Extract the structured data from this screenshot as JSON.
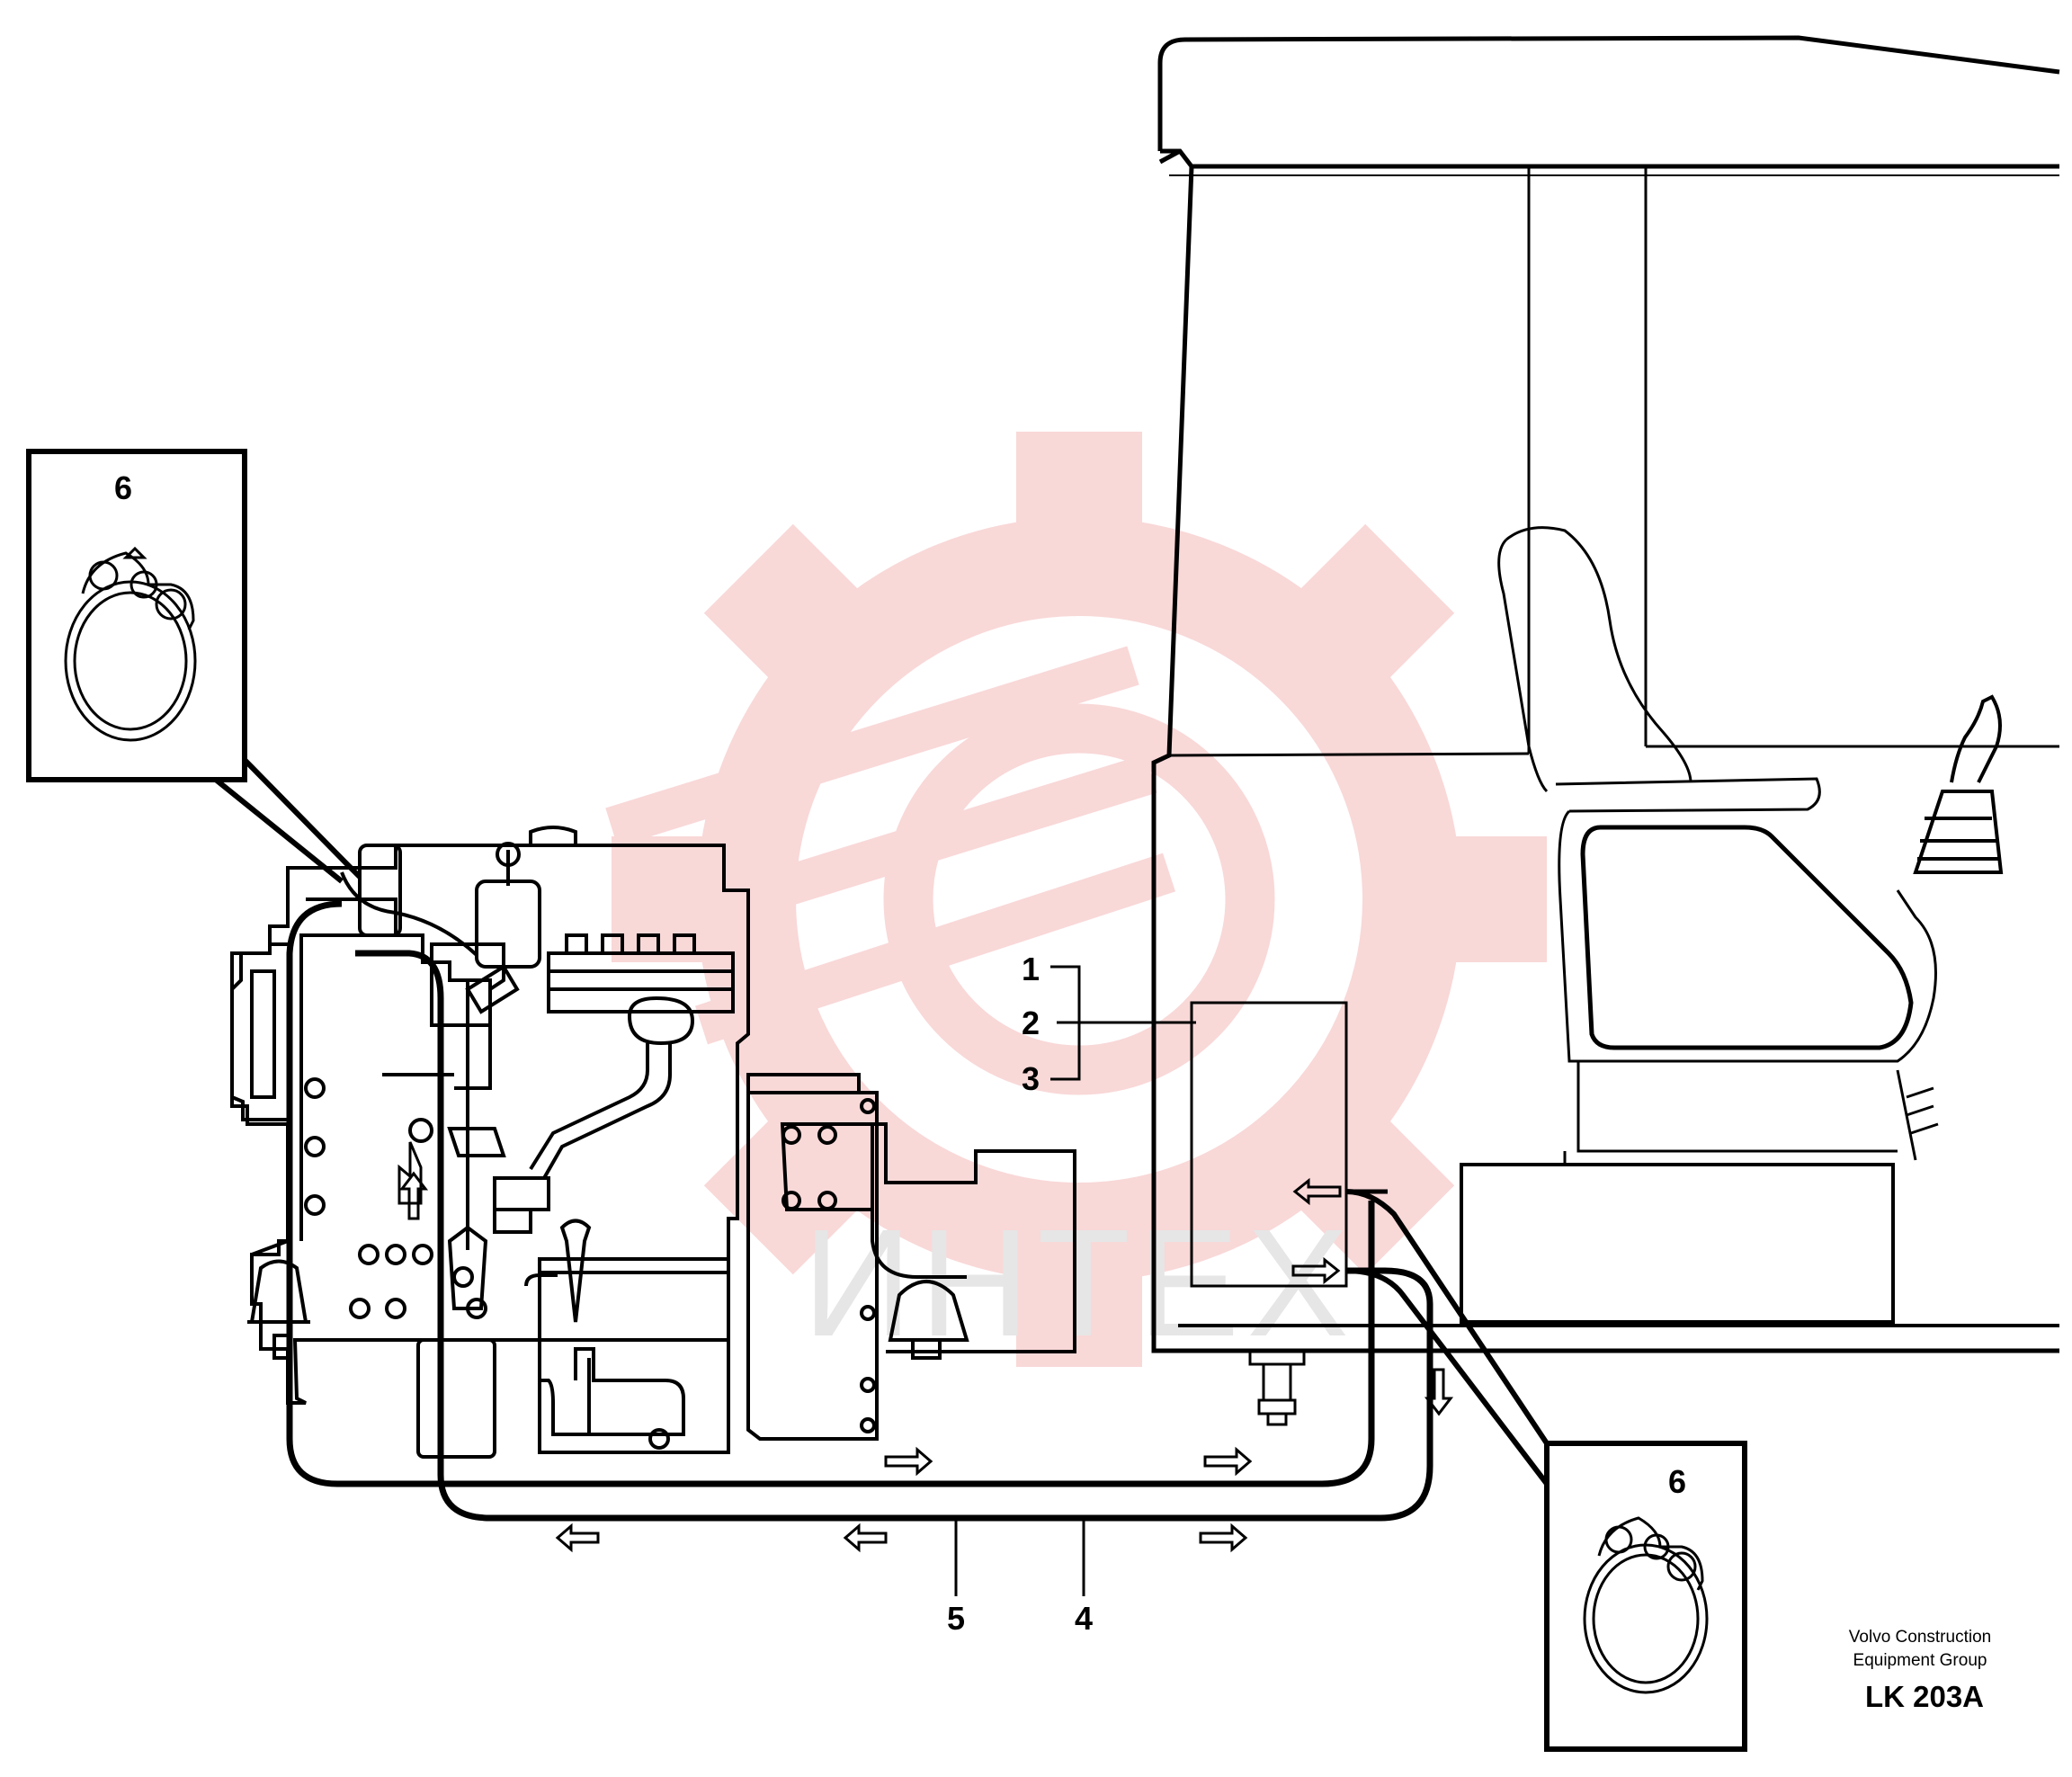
{
  "callouts": {
    "c1": "1",
    "c2": "2",
    "c3": "3",
    "c4": "4",
    "c5": "5",
    "c6_left": "6",
    "c6_right": "6"
  },
  "credit": {
    "line1": "Volvo Construction",
    "line2": "Equipment Group",
    "code": "LK 203A"
  },
  "watermark": {
    "text": "ИНТЕХ",
    "color": "#f4c6c6"
  },
  "colors": {
    "line": "#000000",
    "background": "#ffffff"
  }
}
